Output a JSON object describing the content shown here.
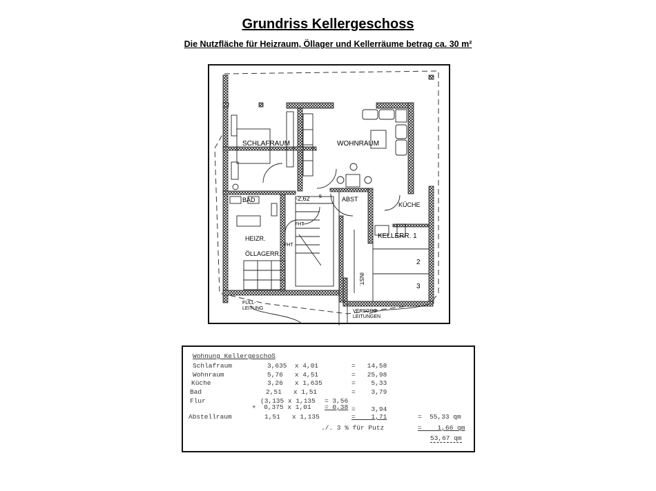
{
  "header": {
    "title": "Grundriss Kellergeschoss",
    "subtitle": "Die Nutzfläche für Heizraum, Öllager und Kellerräume betrag ca. 30 m²"
  },
  "floorplan": {
    "rooms": {
      "schlafraum": "SCHLAFRAUM",
      "wohnraum": "WOHNRAUM",
      "bad": "BAD",
      "abst": "ABST",
      "kueche": "KÜCHE",
      "heizr": "HEIZR.",
      "oellagerr": "ÖLLAGERR.",
      "kellerr1": "KELLERR.  1",
      "kellerr2": "2",
      "kellerr3": "3",
      "inst": "INST."
    },
    "labels": {
      "level": "-2,62",
      "level_sup": "5",
      "fht1": "FHT",
      "fht2": "FHT",
      "fuell_1": "FÜLL-",
      "fuell_2": "LEITUNG",
      "versorg_1": "VERSORG-",
      "versorg_2": "LEITUNGEN"
    }
  },
  "area_table": {
    "heading": "Wohnung Kellergeschoß",
    "rows": [
      {
        "room": "Schlafraum",
        "calc": "3,635  x 4,01",
        "sub": "",
        "result": "=   14,58"
      },
      {
        "room": "Wohnraum",
        "calc": "5,76   x 4,51",
        "sub": "",
        "result": "=   25,98"
      },
      {
        "room": "Küche",
        "calc": "3,26   x 1,635",
        "sub": "",
        "result": "=    5,33"
      },
      {
        "room": "Bad",
        "calc": "2,51   x 1,51",
        "sub": "",
        "result": "=    3,79"
      },
      {
        "room": "Flur",
        "calc": "(3,135 x 1,135",
        "sub": "= 3,56",
        "result": ""
      },
      {
        "room": "",
        "calc": "+  0,375 x 1,01",
        "sub": "= 0,38",
        "result": "=    3,94"
      },
      {
        "room": "Abstellraum",
        "calc": "1,51   x 1,135",
        "sub": "",
        "result": "=    1,71"
      }
    ],
    "subtotal": "=  55,33 qm",
    "deduction_label": "./. 3 % für Putz",
    "deduction_value": "=    1,66 qm",
    "total": "53,67 qm"
  }
}
